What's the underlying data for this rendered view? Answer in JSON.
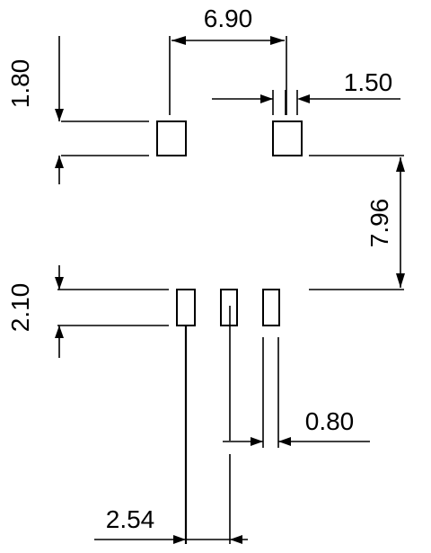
{
  "drawing": {
    "dimensions": {
      "pad_pitch_horizontal": "6.90",
      "pad_width_top": "1.50",
      "pad_height_top": "1.80",
      "row_spacing": "7.96",
      "pad_height_bottom": "2.10",
      "pad_width_bottom": "0.80",
      "pin_pitch": "2.54"
    }
  }
}
